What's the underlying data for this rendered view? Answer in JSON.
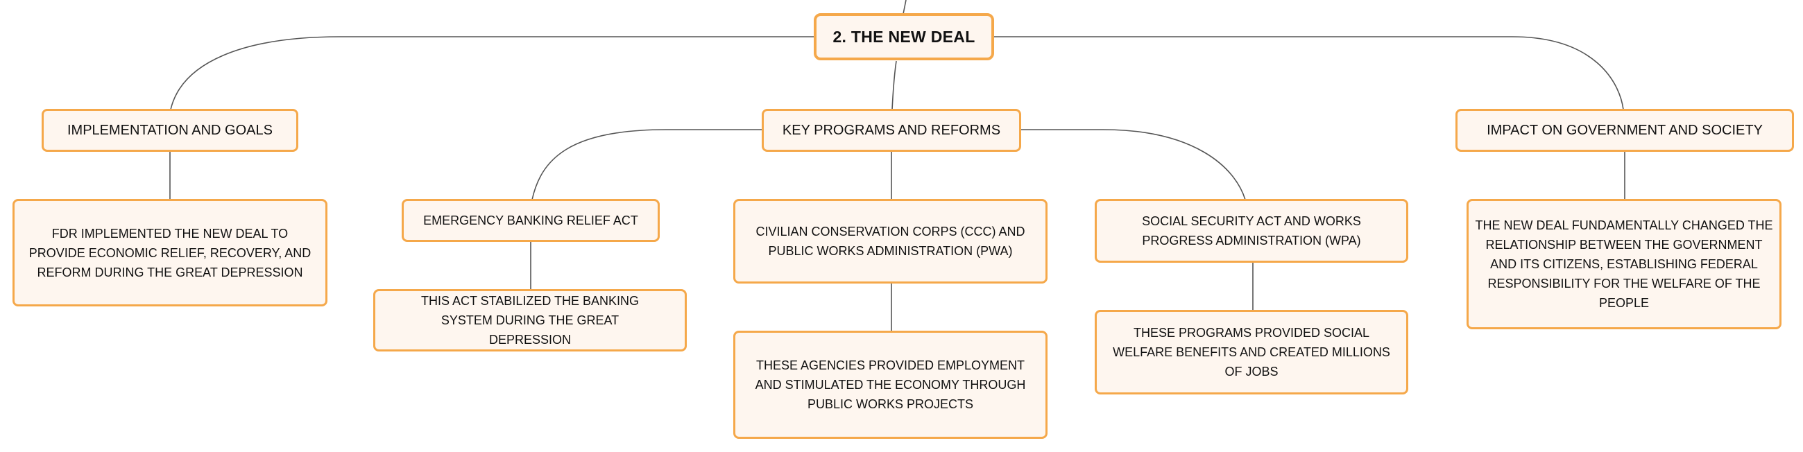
{
  "colors": {
    "node_border": "#f5a84a",
    "node_fill": "#fef6ef",
    "connector": "#555555"
  },
  "root": {
    "label": "2. THE NEW DEAL"
  },
  "branches": {
    "implementation": {
      "label": "IMPLEMENTATION AND GOALS",
      "detail": "FDR IMPLEMENTED THE NEW DEAL TO PROVIDE ECONOMIC RELIEF, RECOVERY, AND REFORM DURING THE GREAT DEPRESSION"
    },
    "programs": {
      "label": "KEY PROGRAMS AND REFORMS",
      "items": [
        {
          "label": "EMERGENCY BANKING RELIEF ACT",
          "detail": "THIS ACT STABILIZED THE BANKING SYSTEM DURING THE GREAT DEPRESSION"
        },
        {
          "label": "CIVILIAN CONSERVATION CORPS (CCC) AND PUBLIC WORKS ADMINISTRATION (PWA)",
          "detail": "THESE AGENCIES PROVIDED EMPLOYMENT AND STIMULATED THE ECONOMY THROUGH PUBLIC WORKS PROJECTS"
        },
        {
          "label": "SOCIAL SECURITY ACT AND WORKS PROGRESS ADMINISTRATION (WPA)",
          "detail": "THESE PROGRAMS PROVIDED SOCIAL WELFARE BENEFITS AND CREATED MILLIONS OF JOBS"
        }
      ]
    },
    "impact": {
      "label": "IMPACT ON GOVERNMENT AND SOCIETY",
      "detail": "THE NEW DEAL FUNDAMENTALLY CHANGED THE RELATIONSHIP BETWEEN THE GOVERNMENT AND ITS CITIZENS, ESTABLISHING FEDERAL RESPONSIBILITY FOR THE WELFARE OF THE PEOPLE"
    }
  }
}
